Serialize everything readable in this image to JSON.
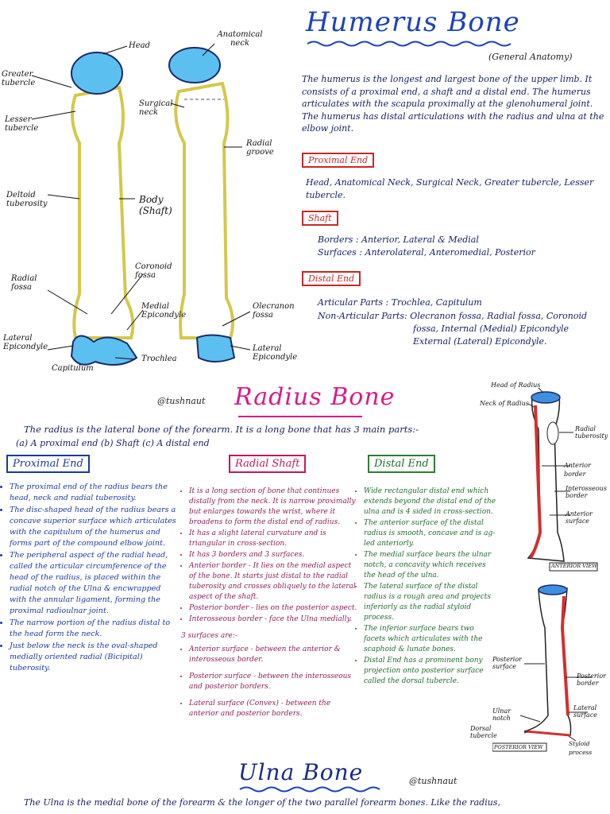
{
  "humerus": {
    "title": "Humerus Bone",
    "subtitle": "(General Anatomy)",
    "intro": "The humerus is the longest and largest bone of the upper limb. It consists of a proximal end, a shaft and a distal end. The humerus articulates with the scapula proximally at the glenohumeral joint. The humerus has distal articulations with the radius and ulna at the elbow joint.",
    "labels": {
      "head": "Head",
      "anatomical_neck": "Anatomical neck",
      "greater_tubercle": "Greater tubercle",
      "lesser_tubercle": "Lesser tubercle",
      "surgical_neck": "Surgical neck",
      "radial_groove": "Radial groove",
      "deltoid_tuberosity": "Deltoid tuberosity",
      "body_shaft": "Body (Shaft)",
      "radial_fossa": "Radial fossa",
      "coronoid_fossa": "Coronoid fossa",
      "medial_epicondyle": "Medial Epicondyle",
      "olecranon_fossa": "Olecranon fossa",
      "lateral_epicondyle_left": "Lateral Epicondyle",
      "capitulum": "Capitulum",
      "trochlea": "Trochlea",
      "lateral_epicondyle_right": "Lateral Epicondyle"
    },
    "proximal": {
      "heading": "Proximal End",
      "text": "Head, Anatomical Neck, Surgical Neck, Greater tubercle, Lesser tubercle."
    },
    "shaft": {
      "heading": "Shaft",
      "borders": "Borders : Anterior, Lateral & Medial",
      "surfaces": "Surfaces : Anterolateral, Anteromedial, Posterior"
    },
    "distal": {
      "heading": "Distal End",
      "articular": "Articular Parts : Trochlea, Capitulum",
      "non_articular_1": "Non-Articular Parts: Olecranon fossa, Radial fossa, Coronoid",
      "non_articular_2": "fossa, Internal (Medial) Epicondyle",
      "non_articular_3": "External (Lateral) Epicondyle."
    }
  },
  "radius": {
    "handle": "@tushnaut",
    "title": "Radius Bone",
    "intro": "The radius is the lateral bone of the forearm. It is a long bone that has 3 main parts:-",
    "parts": "(a) A proximal end (b) Shaft (c) A distal end",
    "proximal_heading": "Proximal End",
    "shaft_heading": "Radial Shaft",
    "distal_heading": "Distal End",
    "proximal_points": [
      "The proximal end of the radius bears the head, neck and radial tuberosity.",
      "The disc-shaped head of the radius bears a concave superior surface which articulates with the capitulum of the humerus and forms part of the compound elbow joint.",
      "The peripheral aspect of the radial head, called the articular circumference of the head of the radius, is placed within the radial notch of the Ulna & encwrapped with the annular ligament, forming the proximal radioulnar joint.",
      "The narrow portion of the radius distal to the head form the neck.",
      "Just below the neck is the oval-shaped medially oriented radial (Bicipital) tuberosity."
    ],
    "shaft_points": [
      "It is a long section of bone that continues distally from the neck. It is narrow proximally but enlarges towards the wrist, where it broadens to form the distal end of radius.",
      "It has a slight lateral curvature and is triangular in cross-section.",
      "It has 3 borders and 3 surfaces.",
      "Anterior border - It lies on the medial aspect of the bone. It starts just distal to the radial tuberosity and crosses obliquely to the lateral aspect of the shaft.",
      "Posterior border - lies on the posterior aspect.",
      "Interosseous border - face the Ulna medially."
    ],
    "shaft_surfaces_intro": "3 surfaces are:-",
    "shaft_surfaces": [
      "Anterior surface - between the anterior & interosseous border.",
      "Posterior surface - between the interosseous and posterior borders.",
      "Lateral surface (Convex) - between the anterior and posterior borders."
    ],
    "distal_points": [
      "Wide rectangular distal end which extends beyond the distal end of the ulna and is 4 sided in cross-section.",
      "The anterior surface of the distal radius is smooth, concave and is ag-led anteriorly.",
      "The medial surface bears the ulnar notch, a concavity which receives the head of the ulna.",
      "The lateral surface of the distal radius is a rough area and projects inferiorly as the radial styloid process.",
      "The inferior surface bears two facets which articulates with the scaphoid & lunate bones.",
      "Distal End has a prominent bony projection onto posterior surface called the dorsal tubercle."
    ],
    "diagram_labels": {
      "head_of_radius": "Head of Radius",
      "neck_of_radius": "Neck of Radius",
      "radial_tuberosity": "Radial tuberosity",
      "anterior_border": "Anterior border",
      "interosseous_border": "Interosseous border",
      "anterior_surface": "Anterior surface",
      "anterior_view": "ANTERIOR VIEW",
      "posterior_surface_left": "Posterior surface",
      "posterior_border": "Posterior border",
      "ulnar_notch": "Ulnar notch",
      "lateral_surface": "Lateral surface",
      "dorsal_tubercle": "Dorsal tubercle",
      "styloid_process": "Styloid process",
      "posterior_view": "POSTERIOR VIEW"
    }
  },
  "ulna": {
    "title": "Ulna Bone",
    "handle": "@tushnaut",
    "intro": "The Ulna is the medial bone of the forearm & the longer of the two parallel forearm bones. Like the radius,"
  },
  "colors": {
    "humerus_title": "#1c43b8",
    "radius_title": "#d81b8a",
    "red_box": "#c62828",
    "proximal_blue": "#1b3a9e",
    "shaft_pink": "#c2185b",
    "distal_green": "#2e7d32",
    "cartilage_blue": "#5bc0f0",
    "bone_outline": "#d4c84a"
  }
}
